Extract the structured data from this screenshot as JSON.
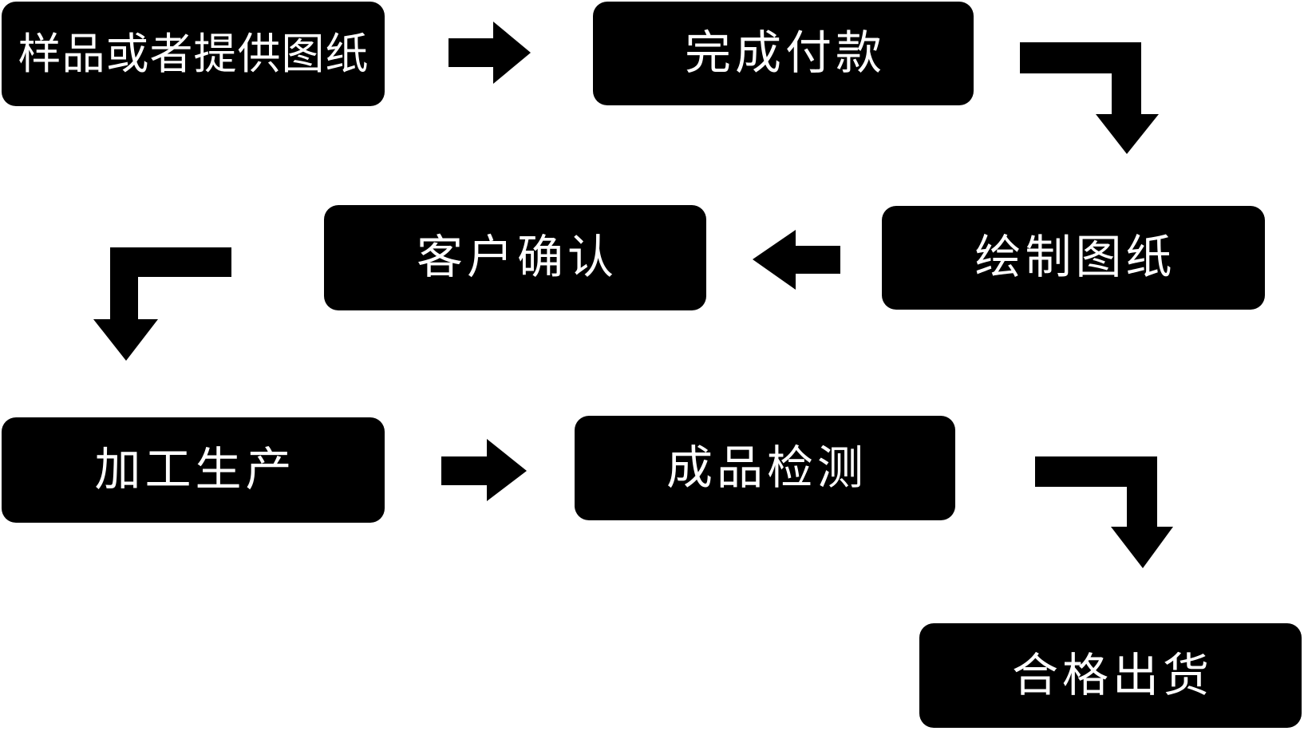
{
  "diagram": {
    "title": "production-workflow-flowchart",
    "background_color": "#ffffff",
    "colors": {
      "node_bg": "#000000",
      "node_text": "#ffffff",
      "arrow": "#000000"
    },
    "nodes": [
      {
        "id": "step-1",
        "label": "样品或者提供图纸",
        "row": 1
      },
      {
        "id": "step-2",
        "label": "完成付款",
        "row": 1
      },
      {
        "id": "step-3",
        "label": "绘制图纸",
        "row": 2
      },
      {
        "id": "step-4",
        "label": "客户确认",
        "row": 2
      },
      {
        "id": "step-5",
        "label": "加工生产",
        "row": 3
      },
      {
        "id": "step-6",
        "label": "成品检测",
        "row": 3
      },
      {
        "id": "step-7",
        "label": "合格出货",
        "row": 4
      }
    ],
    "connections": [
      {
        "from": "样品或者提供图纸",
        "to": "完成付款",
        "icon": "arrow-right-icon"
      },
      {
        "from": "完成付款",
        "to": "绘制图纸",
        "icon": "elbow-arrow-right-down-icon"
      },
      {
        "from": "绘制图纸",
        "to": "客户确认",
        "icon": "arrow-left-icon"
      },
      {
        "from": "客户确认",
        "to": "加工生产",
        "icon": "elbow-arrow-left-down-icon"
      },
      {
        "from": "加工生产",
        "to": "成品检测",
        "icon": "arrow-right-icon"
      },
      {
        "from": "成品检测",
        "to": "合格出货",
        "icon": "elbow-arrow-right-down-icon"
      }
    ]
  }
}
